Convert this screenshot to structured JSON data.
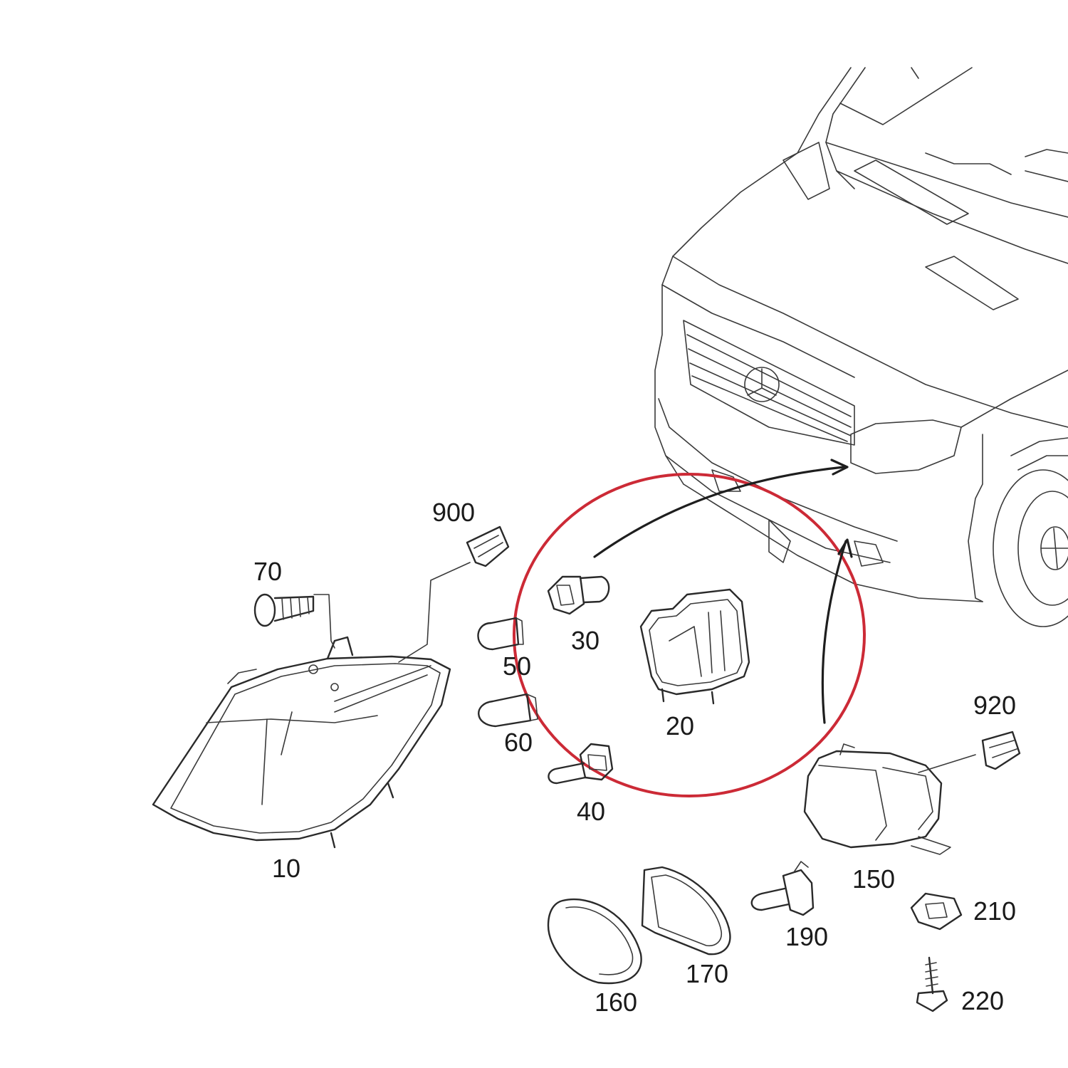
{
  "callouts": [
    {
      "id": "10",
      "text": "10"
    },
    {
      "id": "20",
      "text": "20"
    },
    {
      "id": "30",
      "text": "30"
    },
    {
      "id": "40",
      "text": "40"
    },
    {
      "id": "50",
      "text": "50"
    },
    {
      "id": "60",
      "text": "60"
    },
    {
      "id": "70",
      "text": "70"
    },
    {
      "id": "150",
      "text": "150"
    },
    {
      "id": "160",
      "text": "160"
    },
    {
      "id": "170",
      "text": "170"
    },
    {
      "id": "190",
      "text": "190"
    },
    {
      "id": "210",
      "text": "210"
    },
    {
      "id": "220",
      "text": "220"
    },
    {
      "id": "900",
      "text": "900"
    },
    {
      "id": "920",
      "text": "920"
    }
  ],
  "highlight": {
    "color": "#cc2a36"
  }
}
